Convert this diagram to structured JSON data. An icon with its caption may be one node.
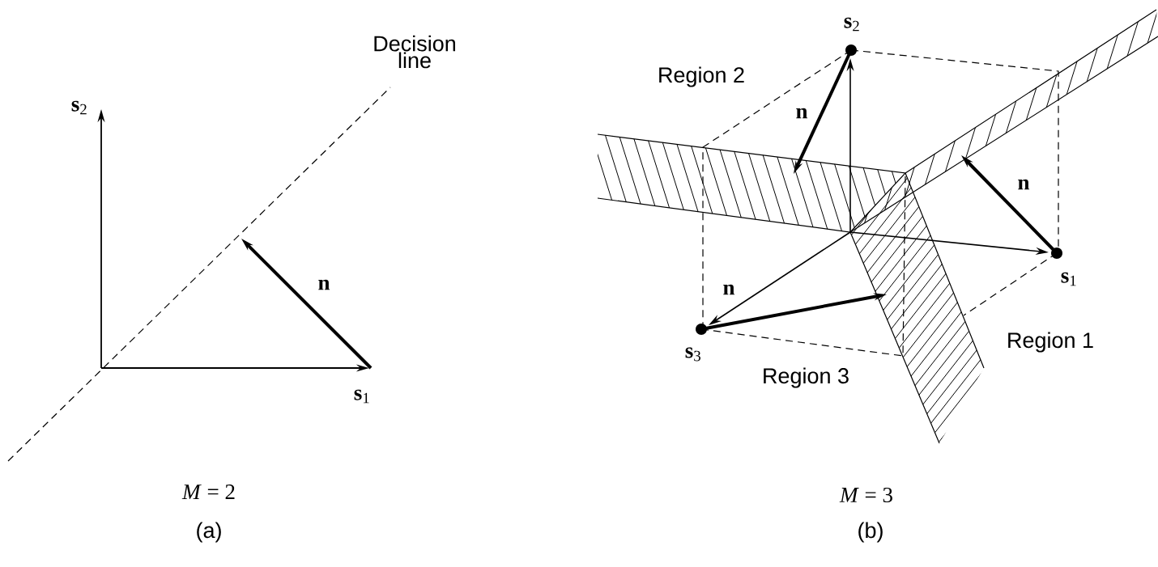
{
  "diagram": {
    "labels": [
      "Decision line",
      "**s**$_{2}$",
      "**n**",
      "**s**$_{1}$",
      "*M* = 2",
      "(a)",
      "**s**$_{2}$",
      "Region 2",
      "**n**",
      "**n**",
      "**s**$_{1}$",
      "**n**",
      "Region 1",
      "**s**$_{3}$",
      "Region 3",
      "*M* = 3",
      "(b)"
    ]
  }
}
